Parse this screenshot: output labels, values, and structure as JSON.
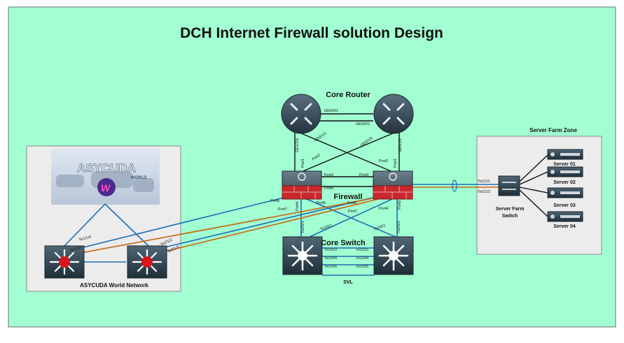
{
  "title": "DCH Internet Firewall solution Design",
  "colors": {
    "canvas_bg": "#a2ffd2",
    "canvas_border": "#6d6d6d",
    "panel_bg": "#ececec",
    "link_blue": "#1f6fb7",
    "link_orange": "#c8660f",
    "link_black": "#111111",
    "router_body": "#3a4b55",
    "firewall_red": "#c8282c",
    "switch_body": "#2f4350",
    "core_red": "#d9141a"
  },
  "groups": {
    "core_router": "Core Router",
    "firewall": "Firewall",
    "core_switch": "Core Switch",
    "svl": "SVL",
    "asycuda_network": "ASYCUDA World Network",
    "server_farm_zone": "Server Farm Zone"
  },
  "logo": {
    "text": "ASYCUDA",
    "sub": "WORLD",
    "icon": "globe-w-icon"
  },
  "servers": [
    "Server 01",
    "Server 02",
    "Server 03",
    "Server 04"
  ],
  "server_farm_switch": [
    "Server Farm",
    "Switch"
  ],
  "port_labels": {
    "r1_ge001": "GE0/0/1",
    "r2_ge001": "GE0/0/1",
    "r1_ge011": "GE0/1/1",
    "r2_ge010": "GE0/1/0",
    "r1_ge1_0": "GE1/1/0",
    "r2_ge1_0": "GE1/1/0",
    "fw1_port1": "Port1",
    "fw1_port2": "Port2",
    "fw2_port1": "Port1",
    "fw2_port2": "Port2",
    "fw1_port3": "Port3",
    "fw2_port3": "Port3",
    "fw1_port6": "Port6",
    "fw1_port7": "Port7",
    "fw1_port4": "Port4",
    "fw1_port5": "Port5",
    "fw2_port6": "Port6",
    "fw2_port7": "Port7",
    "fw2_port4": "Port4",
    "fw2_port5": "Port5",
    "fw_mid_port6": "Port6",
    "sfz_te111": "Te1/1/1",
    "sfz_te112": "Te1/1/2",
    "cs1_te201": "Te2/0/1",
    "cs1_te20x": "Te2/0/1",
    "cs2_te201": "Te2/0/1",
    "cs2_te202": "Te2/0/2",
    "cs_te103_l": "Te1/0/3",
    "cs_te103_r": "Te1/0/3",
    "cs_te104_l": "Te1/0/4",
    "cs_te104_r": "Te1/0/4",
    "cs_te105_l": "Te1/0/5",
    "cs_te105_r": "Te1/0/5",
    "aw_te114": "Te1/1/4",
    "aw_te211": "Te2/1/1",
    "aw_te212": "Te2/1/2",
    "aw_te215": "Te2/1/5"
  }
}
